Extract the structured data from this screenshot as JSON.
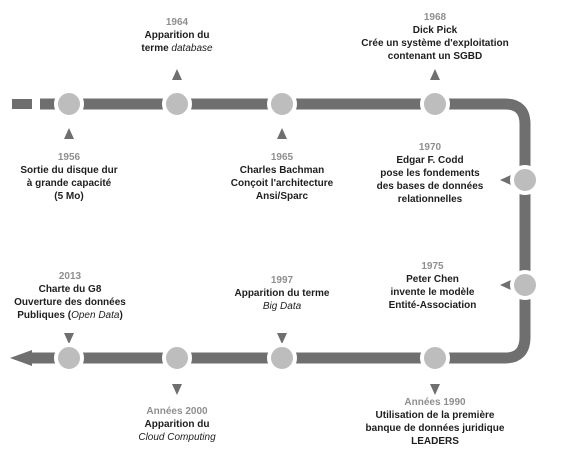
{
  "colors": {
    "track": "#6f6f6f",
    "node_fill": "#bdbdbd",
    "node_ring": "#ffffff",
    "year_text": "#8f8f8f",
    "body_text": "#1e1e1e"
  },
  "events": [
    {
      "id": "sortie-disque",
      "year": "1956",
      "lines": [
        "Sortie du disque dur",
        "à grande capacité",
        "(5 Mo)"
      ],
      "italic": []
    },
    {
      "id": "terme-database",
      "year": "1964",
      "lines": [
        "Apparition du",
        "terme database"
      ],
      "italic": [
        "database"
      ]
    },
    {
      "id": "bachman",
      "year": "1965",
      "lines": [
        "Charles Bachman",
        "Conçoit l'architecture",
        "Ansi/Sparc"
      ],
      "italic": []
    },
    {
      "id": "dick-pick",
      "year": "1968",
      "lines": [
        "Dick Pick",
        "Crée un système d'exploitation",
        "contenant un SGBD"
      ],
      "italic": []
    },
    {
      "id": "codd",
      "year": "1970",
      "lines": [
        "Edgar F. Codd",
        "pose les fondements",
        "des bases de données",
        "relationnelles"
      ],
      "italic": []
    },
    {
      "id": "chen",
      "year": "1975",
      "lines": [
        "Peter Chen",
        "invente le modèle",
        "Entité-Association"
      ],
      "italic": []
    },
    {
      "id": "leaders",
      "year": "Années 1990",
      "lines": [
        "Utilisation de la première",
        "banque de données juridique",
        "LEADERS"
      ],
      "italic": []
    },
    {
      "id": "big-data",
      "year": "1997",
      "lines": [
        "Apparition du terme",
        "Big Data"
      ],
      "italic": [
        "Big Data"
      ]
    },
    {
      "id": "cloud",
      "year": "Années 2000",
      "lines": [
        "Apparition du",
        "Cloud Computing"
      ],
      "italic": [
        "Cloud Computing"
      ]
    },
    {
      "id": "g8",
      "year": "2013",
      "lines": [
        "Charte du G8",
        "Ouverture des données",
        "Publiques (Open Data)"
      ],
      "italic": [
        "Open Data"
      ]
    }
  ]
}
